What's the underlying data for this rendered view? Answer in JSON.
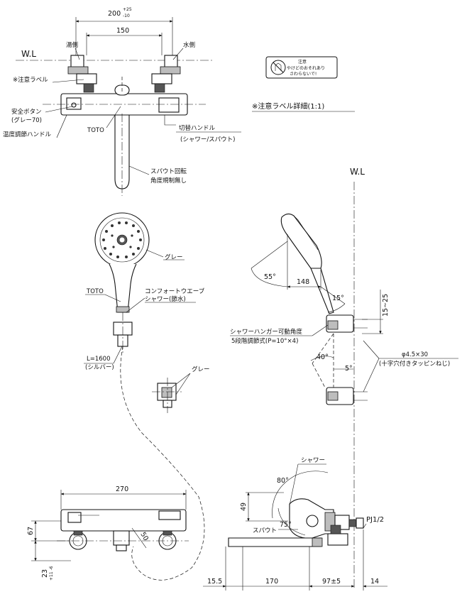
{
  "front_view": {
    "dim_overall_width": "200",
    "dim_overall_tol_upper": "+25",
    "dim_overall_tol_lower": "-10",
    "dim_pitch": "150",
    "wl_label": "W.L",
    "hot_side": "湯側",
    "cold_side": "水側",
    "caution_label_note": "※注意ラベル",
    "safety_button": "安全ボタン",
    "safety_button_color": "(グレー70)",
    "temp_handle": "温度調節ハンドル",
    "brand_logo": "TOTO",
    "switch_handle": "切替ハンドル",
    "switch_handle_detail": "(シャワー/スパウト)",
    "spout_rotation_1": "スパウト回転",
    "spout_rotation_2": "角度規制無し"
  },
  "caution_detail": {
    "title": "※注意ラベル詳細(1:1)",
    "label_heading": "注意",
    "label_line1": "やけどのおそれあり",
    "label_line2": "さわらないで!"
  },
  "shower_head_view": {
    "grey_label": "グレー",
    "brand_logo": "TOTO",
    "product_name": "コンフォートウエーブ",
    "product_detail": "シャワー(節水)",
    "hose_length": "L=1600",
    "hose_color": "(シルバー)",
    "hanger_grey_label": "グレー"
  },
  "side_view": {
    "wl_label": "W.L",
    "angle_55": "55°",
    "dim_148": "148",
    "angle_15": "15°",
    "dim_15_25": "15~25",
    "hanger_title": "シャワーハンガー可動角度",
    "hanger_detail": "5段階調節式(P=10°×4)",
    "angle_40": "40°",
    "angle_5": "5°",
    "screw_spec": "φ4.5×30",
    "screw_detail": "(十字穴付きタッピンねじ)",
    "shower_label": "シャワー",
    "angle_80": "80°",
    "dim_49": "49",
    "spout_label": "スパウト",
    "angle_75": "75°",
    "pipe_thread": "PJ1/2",
    "dim_15_5": "15.5",
    "dim_170": "170",
    "dim_97": "97±5",
    "dim_14": "14"
  },
  "bottom_front_view": {
    "dim_270": "270",
    "dim_67": "67",
    "dim_23": "23",
    "dim_23_tol": "+11 -6",
    "dim_50": "50"
  }
}
